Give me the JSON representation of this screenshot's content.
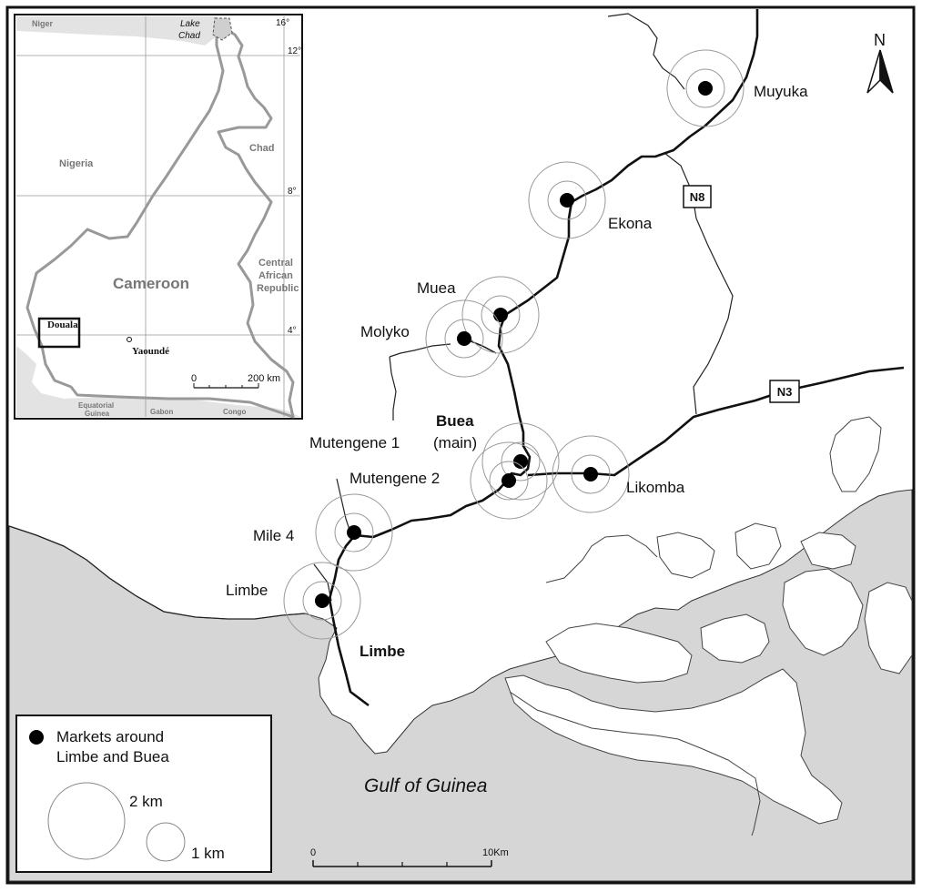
{
  "map": {
    "north_label": "N",
    "sea_label": "Gulf of Guinea",
    "region_labels": {
      "buea": "Buea",
      "limbe": "Limbe"
    },
    "road_labels": {
      "n8": "N8",
      "n3": "N3"
    },
    "markets": [
      {
        "name": "Muyuka"
      },
      {
        "name": "Ekona"
      },
      {
        "name": "Muea"
      },
      {
        "name": "Molyko"
      },
      {
        "name": "(main)"
      },
      {
        "name": "Mutengene 1"
      },
      {
        "name": "Mutengene 2"
      },
      {
        "name": "Likomba"
      },
      {
        "name": "Mile 4"
      },
      {
        "name": "Limbe"
      }
    ],
    "scale": {
      "start": "0",
      "end": "10Km"
    }
  },
  "legend": {
    "title_line1": "Markets around",
    "title_line2": "Limbe and Buea",
    "circle_large": "2 km",
    "circle_small": "1 km"
  },
  "inset": {
    "countries": {
      "niger": "Niger",
      "lake_chad_1": "Lake",
      "lake_chad_2": "Chad",
      "chad": "Chad",
      "nigeria": "Nigeria",
      "car_1": "Central",
      "car_2": "African",
      "car_3": "Republic",
      "cameroon": "Cameroon",
      "douala": "Douala",
      "yaounde": "Yaoundé",
      "eq_guinea_1": "Equatorial",
      "eq_guinea_2": "Guinea",
      "gabon": "Gabon",
      "congo": "Congo"
    },
    "latitudes": [
      "16°",
      "12°",
      "8°",
      "4°"
    ],
    "scale": {
      "start": "0",
      "end": "200 km"
    }
  }
}
